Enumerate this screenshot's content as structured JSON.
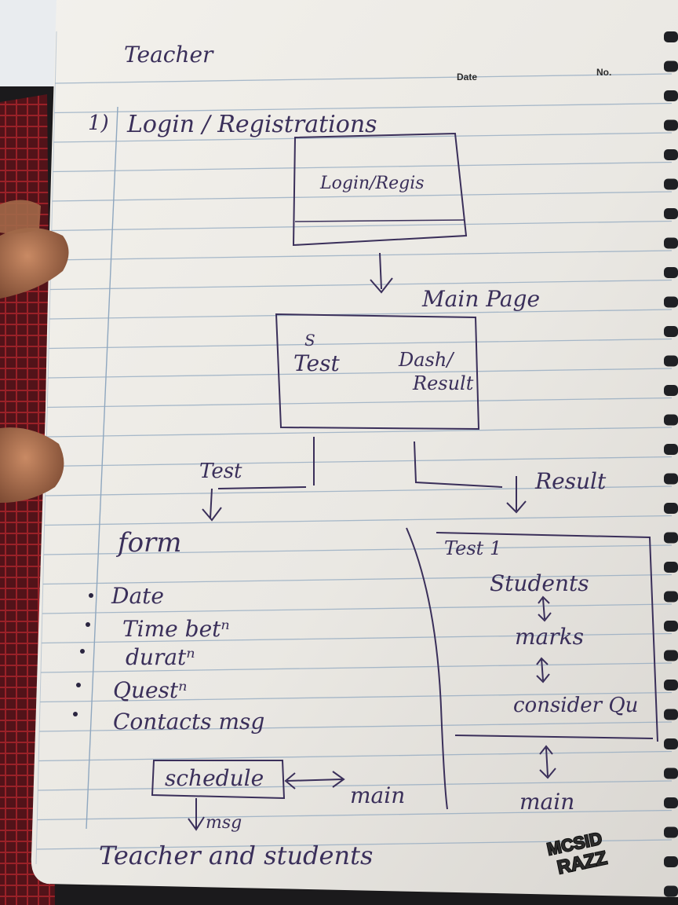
{
  "header": {
    "title": "Teacher",
    "date_label": "Date",
    "no_label": "No."
  },
  "sections": {
    "step_marker": "1)",
    "login_heading": "Login / Registrations",
    "login_box_label": "Login/Regis",
    "main_page_label": "Main Page",
    "main_box": {
      "left_mark": "S",
      "left": "Test",
      "right_line1": "Dash/",
      "right_line2": "Result"
    },
    "test_branch_label": "Test",
    "result_branch_label": "Result"
  },
  "form": {
    "title": "form",
    "items": [
      "Date",
      "Time betⁿ",
      "duratⁿ",
      "Questⁿ",
      "Contacts msg"
    ]
  },
  "schedule": {
    "box_label": "schedule",
    "link_target": "main",
    "below_label": "msg",
    "footer_text": "Teacher and students"
  },
  "results_flow": {
    "header": "Test 1",
    "steps": [
      "Students",
      "marks",
      "consider Qu"
    ],
    "end": "main"
  },
  "stamp": {
    "line1": "MCSID",
    "line2": "RAZZ"
  },
  "colors": {
    "paper": "#eeebe6",
    "ruling": "#8fa7bf",
    "ink": "#3a2f5a",
    "backdrop": "#1b1a1c",
    "spiral": "#1f2024"
  }
}
